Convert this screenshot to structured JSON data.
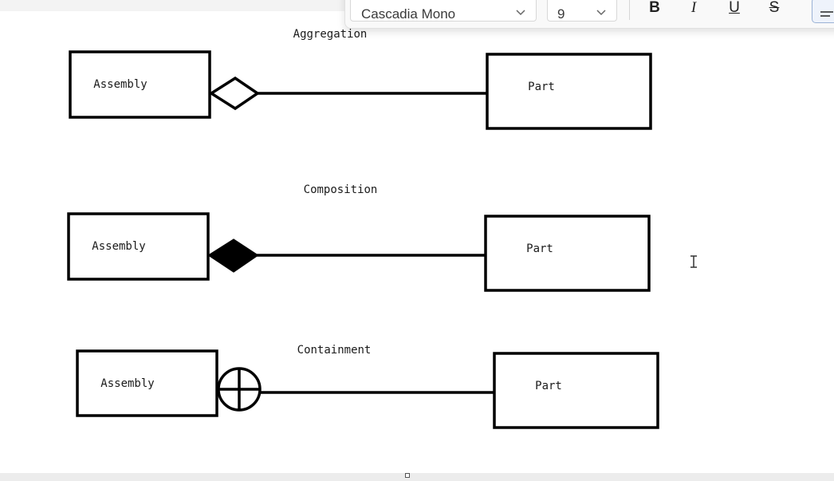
{
  "toolbar": {
    "font_name": "Cascadia Mono",
    "font_size": "9",
    "bold_label": "B",
    "italic_label": "I",
    "underline_label": "U",
    "strike_label": "S"
  },
  "diagram": {
    "aggregation": {
      "title": "Aggregation",
      "left": "Assembly",
      "right": "Part"
    },
    "composition": {
      "title": "Composition",
      "left": "Assembly",
      "right": "Part"
    },
    "containment": {
      "title": "Containment",
      "left": "Assembly",
      "right": "Part"
    }
  }
}
